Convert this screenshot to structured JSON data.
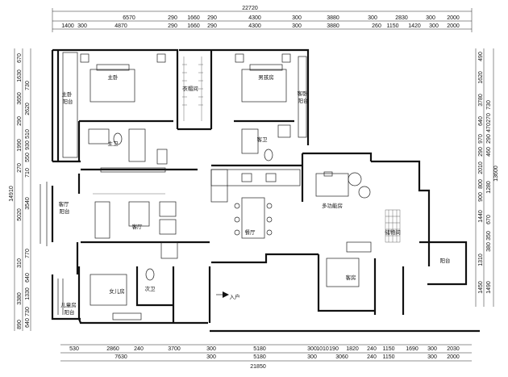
{
  "dimensions": {
    "top_total": "22720",
    "top_row1": [
      "6570",
      "290",
      "1660",
      "290",
      "4300",
      "300",
      "3880",
      "300",
      "2830",
      "300",
      "2000"
    ],
    "top_row2": [
      "1400",
      "300",
      "4870",
      "290",
      "1660",
      "290",
      "4300",
      "300",
      "3880",
      "260",
      "1150",
      "1420",
      "300",
      "2000"
    ],
    "bottom_row1": [
      "530",
      "2860",
      "240",
      "3700",
      "300",
      "5180",
      "300",
      "1010",
      "190",
      "1820",
      "240",
      "1150",
      "1690",
      "300",
      "2030"
    ],
    "bottom_row2": [
      "7630",
      "300",
      "5180",
      "300",
      "3060",
      "240",
      "1150",
      "300",
      "2000"
    ],
    "bottom_total": "21850",
    "left_outer": [
      "14910"
    ],
    "left_inner": [
      "670",
      "1630",
      "3650",
      "290",
      "2620",
      "1990",
      "270",
      "550",
      "5020",
      "310",
      "3380",
      "890"
    ],
    "left_col2": [
      "730",
      "930",
      "510",
      "710",
      "3540",
      "770",
      "640",
      "1330",
      "730",
      "640"
    ],
    "right_outer": [
      "13600"
    ],
    "right_inner": [
      "490",
      "1620",
      "3780",
      "640",
      "970",
      "290",
      "2010",
      "800",
      "900",
      "1440",
      "1310",
      "1450",
      "1490"
    ],
    "right_col2": [
      "730",
      "270",
      "470",
      "290",
      "460",
      "1280",
      "350",
      "670",
      "380"
    ]
  },
  "rooms": {
    "master_bedroom": "主卧",
    "master_balcony": "主卧\n阳台",
    "closet": "衣帽间",
    "boys_room": "男孩房",
    "guest_balcony": "客卧\n阳台",
    "master_bath": "主卫",
    "guest_bath": "客卫",
    "living_balcony": "客厅\n阳台",
    "living_room": "客厅",
    "dining": "餐厅",
    "multi_room": "多功能房",
    "storage": "储物间",
    "balcony": "阳台",
    "guest_room": "客房",
    "girls_room": "女儿房",
    "second_bath": "次卫",
    "entrance": "入户",
    "child_balcony": "儿童房\n阳台"
  },
  "colors": {
    "line": "#111111",
    "background": "#ffffff"
  }
}
